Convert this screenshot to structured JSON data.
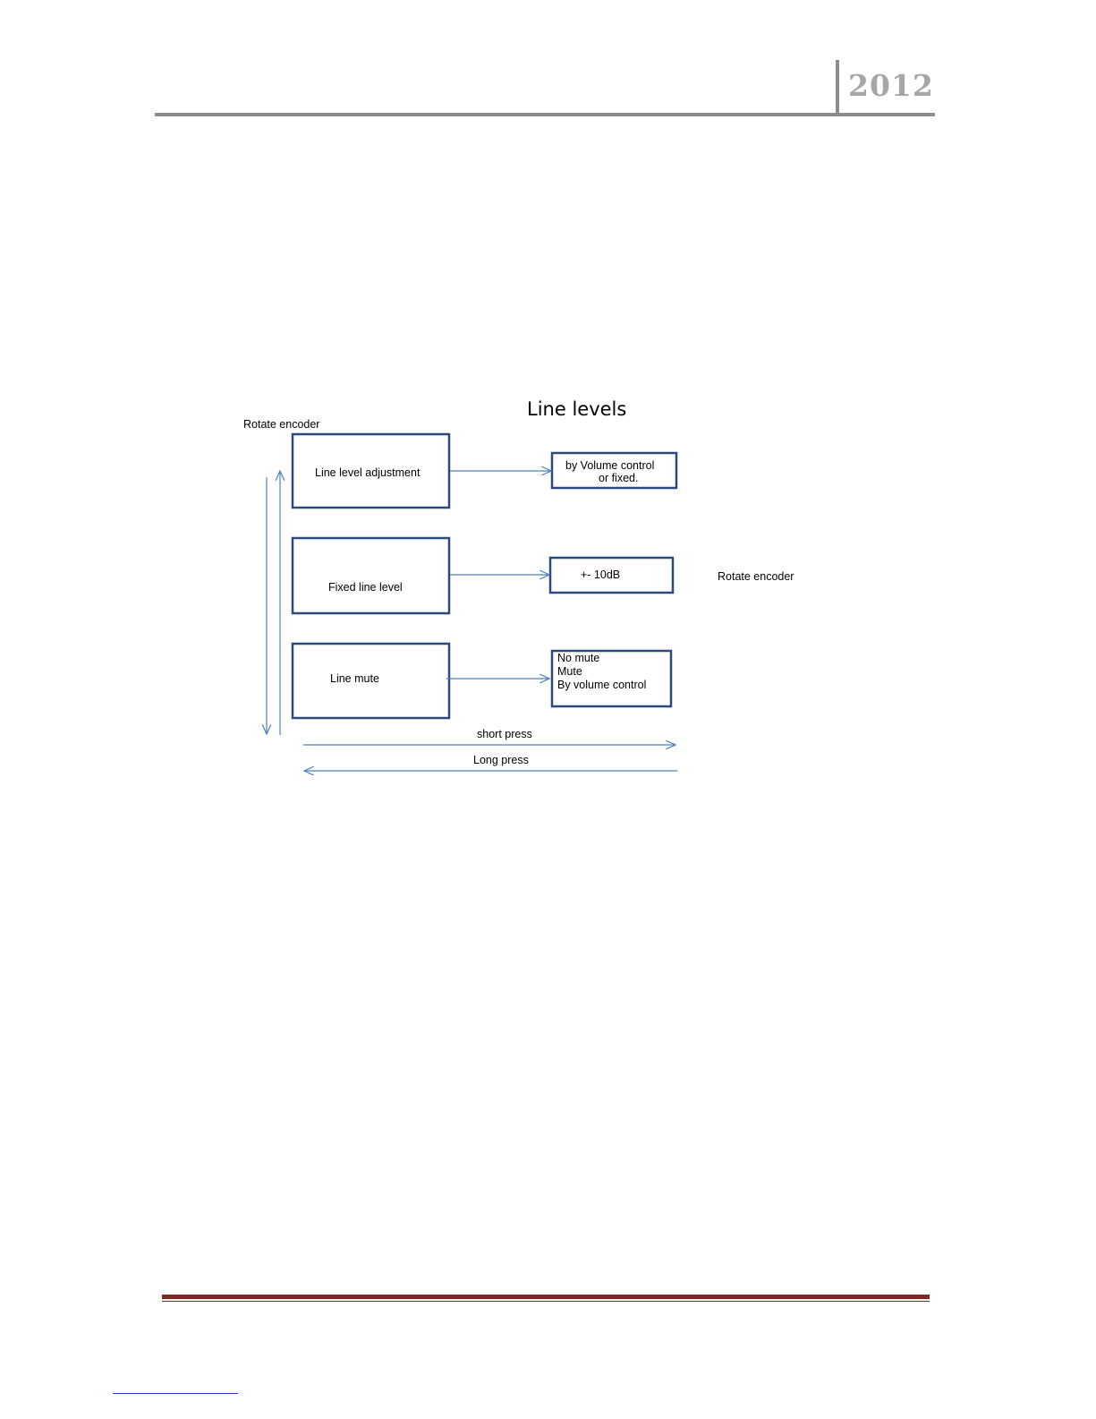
{
  "header": {
    "year": "2012"
  },
  "diagram": {
    "title": "Line levels",
    "rotate_left_label": "Rotate encoder",
    "rotate_right_label": "Rotate encoder",
    "menu_boxes": [
      {
        "label": "Line level adjustment"
      },
      {
        "label": "Fixed  line level"
      },
      {
        "label": "Line mute"
      }
    ],
    "option_boxes": [
      {
        "lines": [
          "by Volume control",
          "or fixed."
        ]
      },
      {
        "lines": [
          "+- 10dB"
        ]
      },
      {
        "lines": [
          "No mute",
          "Mute",
          "By volume control"
        ]
      }
    ],
    "short_press_label": "short press",
    "long_press_label": "Long press"
  },
  "colors": {
    "box_stroke": "#2e4a7d",
    "arrow": "#4f81bd",
    "footer_rule": "#7a2a24",
    "header_rule": "#8c8c8c"
  }
}
